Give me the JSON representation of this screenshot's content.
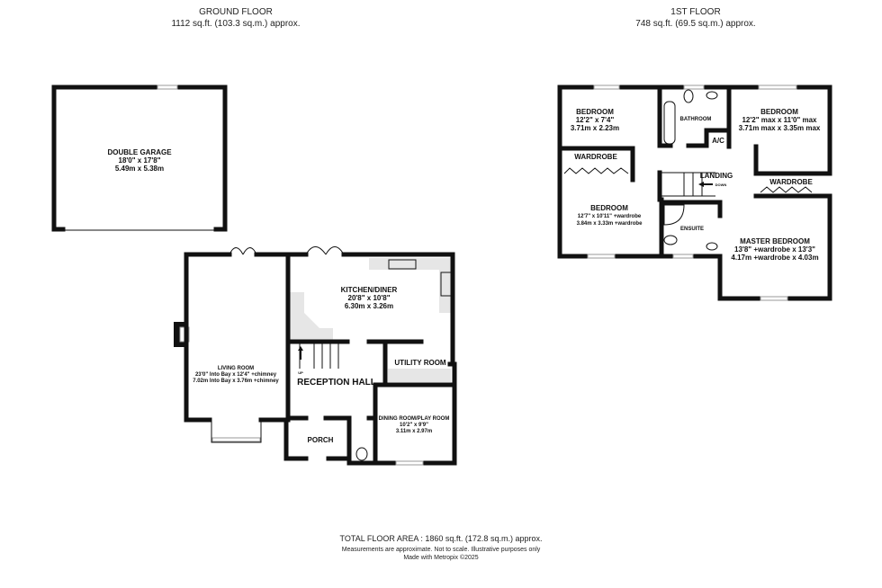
{
  "ground_floor": {
    "title": "GROUND FLOOR",
    "area": "1112 sq.ft. (103.3 sq.m.) approx.",
    "rooms": [
      {
        "name": "DOUBLE GARAGE",
        "imperial": "18'0\" x 17'8\"",
        "metric": "5.49m x 5.38m"
      },
      {
        "name": "KITCHEN/DINER",
        "imperial": "20'8\" x 10'8\"",
        "metric": "6.30m x 3.26m"
      },
      {
        "name": "LIVING ROOM",
        "imperial": "23'0\" Into Bay x 12'4\" +chimney",
        "metric": "7.02m Into Bay x 3.76m +chimney"
      },
      {
        "name": "UTILITY ROOM"
      },
      {
        "name": "RECEPTION HALL"
      },
      {
        "name": "DINING ROOM/PLAY ROOM",
        "imperial": "10'2\" x 9'9\"",
        "metric": "3.11m x 2.97m"
      },
      {
        "name": "PORCH"
      }
    ],
    "stairs_label": "UP"
  },
  "first_floor": {
    "title": "1ST FLOOR",
    "area": "748 sq.ft. (69.5 sq.m.) approx.",
    "rooms": [
      {
        "name": "BEDROOM",
        "imperial": "12'2\" x 7'4\"",
        "metric": "3.71m x 2.23m"
      },
      {
        "name": "BATHROOM"
      },
      {
        "name": "BEDROOM",
        "imperial": "12'2\" max x 11'0\" max",
        "metric": "3.71m max x 3.35m max"
      },
      {
        "name": "A/C"
      },
      {
        "name": "WARDROBE"
      },
      {
        "name": "LANDING"
      },
      {
        "name": "WARDROBE"
      },
      {
        "name": "BEDROOM",
        "imperial": "12'7\" x 10'11\" +wardrobe",
        "metric": "3.84m x 3.33m +wardrobe"
      },
      {
        "name": "ENSUITE"
      },
      {
        "name": "MASTER BEDROOM",
        "imperial": "13'8\" +wardrobe x 13'3\"",
        "metric": "4.17m +wardrobe x 4.03m"
      }
    ],
    "stairs_label": "DOWN"
  },
  "footer": {
    "total": "TOTAL FLOOR AREA : 1860 sq.ft. (172.8 sq.m.) approx.",
    "disclaimer": "Measurements are approximate.  Not to scale.  Illustrative purposes only",
    "credit": "Made with Metropix ©2025"
  }
}
